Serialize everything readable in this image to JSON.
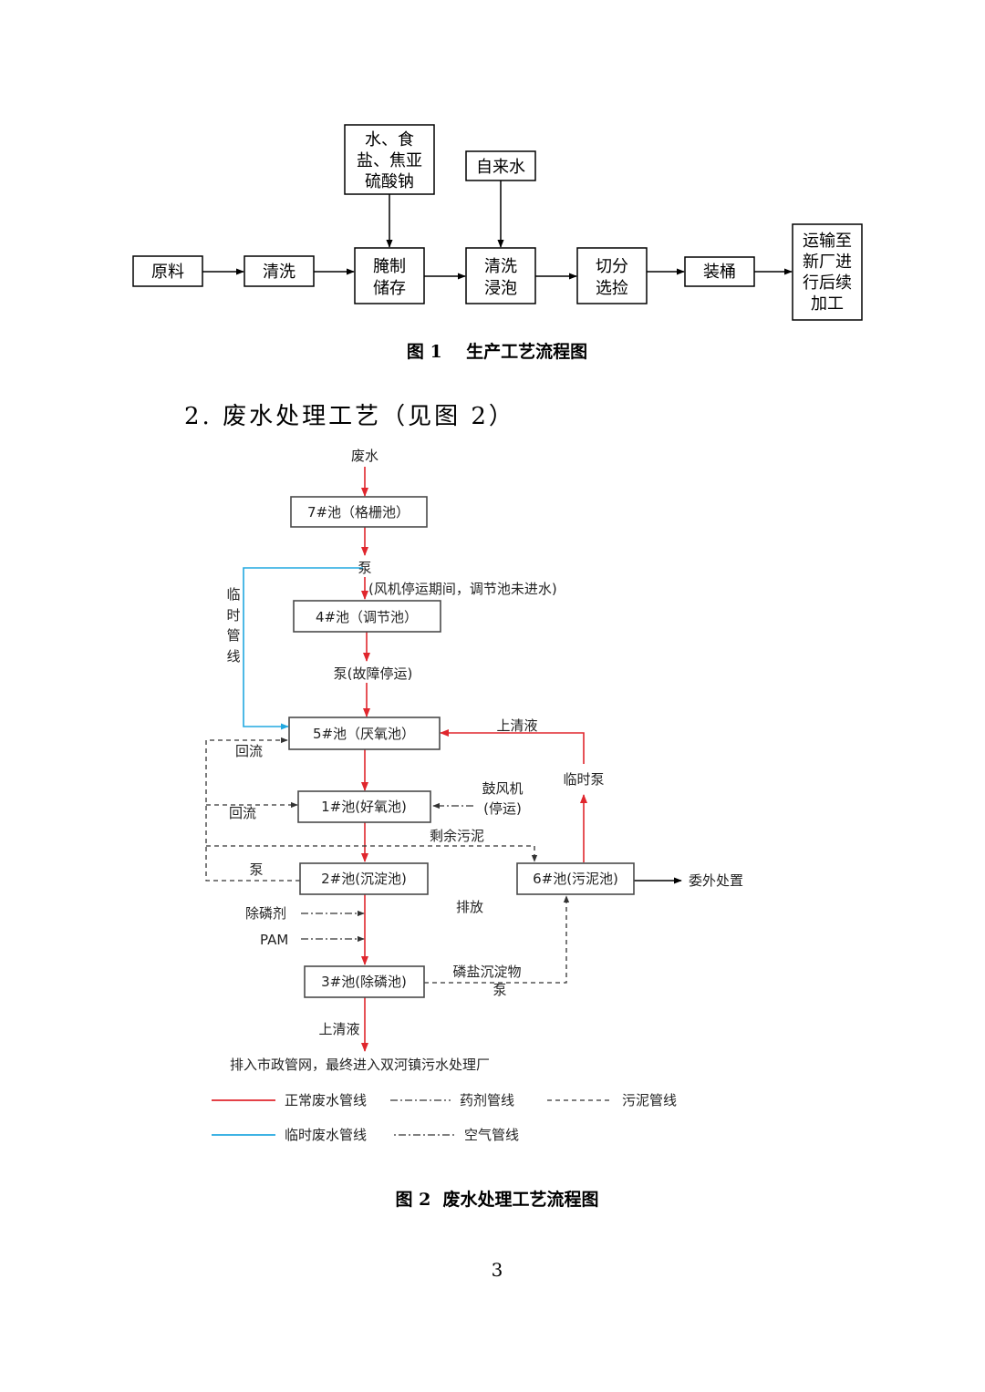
{
  "fig1": {
    "caption": "图 1    生产工艺流程图",
    "nodes": {
      "raw": [
        "原料"
      ],
      "wash": [
        "清洗"
      ],
      "salt_input": [
        "水、食",
        "盐、焦亚",
        "硫酸钠"
      ],
      "tap_water": [
        "自来水"
      ],
      "pickle": [
        "腌制",
        "储存"
      ],
      "soak": [
        "清洗",
        "浸泡"
      ],
      "cut": [
        "切分",
        "选捡"
      ],
      "barrel": [
        "装桶"
      ],
      "transport": [
        "运输至",
        "新厂进",
        "行后续",
        "加工"
      ]
    }
  },
  "section_heading": "2. 废水处理工艺（见图 2）",
  "fig2": {
    "caption": "图 2  废水处理工艺流程图",
    "nodes": {
      "pool7": "7#池（格栅池）",
      "pool4": "4#池（调节池）",
      "pool5": "5#池（厌氧池）",
      "pool1": "1#池(好氧池)",
      "pool2": "2#池(沉淀池)",
      "pool3": "3#池(除磷池)",
      "pool6": "6#池(污泥池)"
    },
    "labels": {
      "wastewater": "废水",
      "pump1": "泵",
      "fan_note": "(风机停运期间，调节池未进水)",
      "pump_fault": "泵(故障停运)",
      "temp_line": [
        "临",
        "时",
        "管",
        "线"
      ],
      "return1": "回流",
      "return2": "回流",
      "pump_return": "泵",
      "supernatant_top": "上清液",
      "temp_pump": "临时泵",
      "blower": [
        "鼓风机",
        "(停运)"
      ],
      "surplus_sludge": "剩余污泥",
      "outsourced": "委外处置",
      "discharge": "排放",
      "dephos_agent": "除磷剂",
      "pam": "PAM",
      "phosphate_sludge": "磷盐沉淀物",
      "pump_phos": "泵",
      "supernatant_bottom": "上清液",
      "final": "排入市政管网，最终进入双河镇污水处理厂"
    },
    "legend": {
      "normal": "正常废水管线",
      "chemical": "药剂管线",
      "sludge": "污泥管线",
      "temp": "临时废水管线",
      "air": "空气管线"
    },
    "colors": {
      "normal_line": "#e0262d",
      "temp_line": "#22a8e0",
      "box_border": "#4a4a4a"
    }
  },
  "page_number": "3"
}
